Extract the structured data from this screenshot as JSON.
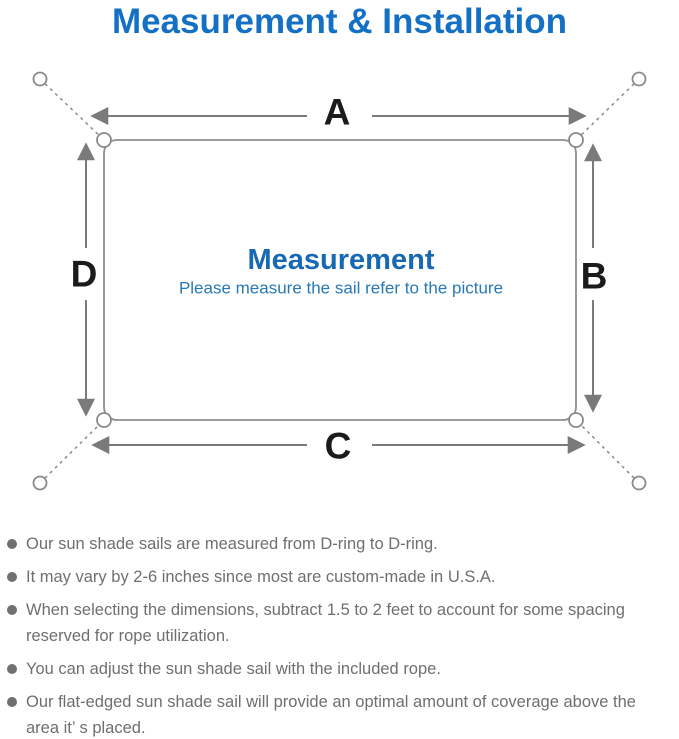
{
  "title": "Measurement & Installation",
  "diagram": {
    "dimension_labels": {
      "top": "A",
      "right": "B",
      "bottom": "C",
      "left": "D"
    },
    "center": {
      "heading": "Measurement",
      "subheading": "Please measure the sail refer to the picture"
    }
  },
  "notes": [
    "Our sun shade sails are measured from D-ring to D-ring.",
    "It may vary by 2-6 inches since most are custom-made in U.S.A.",
    "When selecting the dimensions, subtract 1.5 to 2 feet to account for some spacing reserved for rope utilization.",
    "You can adjust the sun shade sail with the included rope.",
    "Our flat-edged sun shade sail will provide an optimal amount of coverage above the area it’ s placed."
  ],
  "colors": {
    "title_blue": "#1470c4",
    "center_heading_blue": "#1769b4",
    "center_subheading_blue": "#2779b7",
    "diagram_line_gray": "#8a8a8a",
    "arrow_gray": "#7a7a7a",
    "dimension_label_black": "#1b1b1b",
    "note_text_gray": "#6f6f6f"
  }
}
